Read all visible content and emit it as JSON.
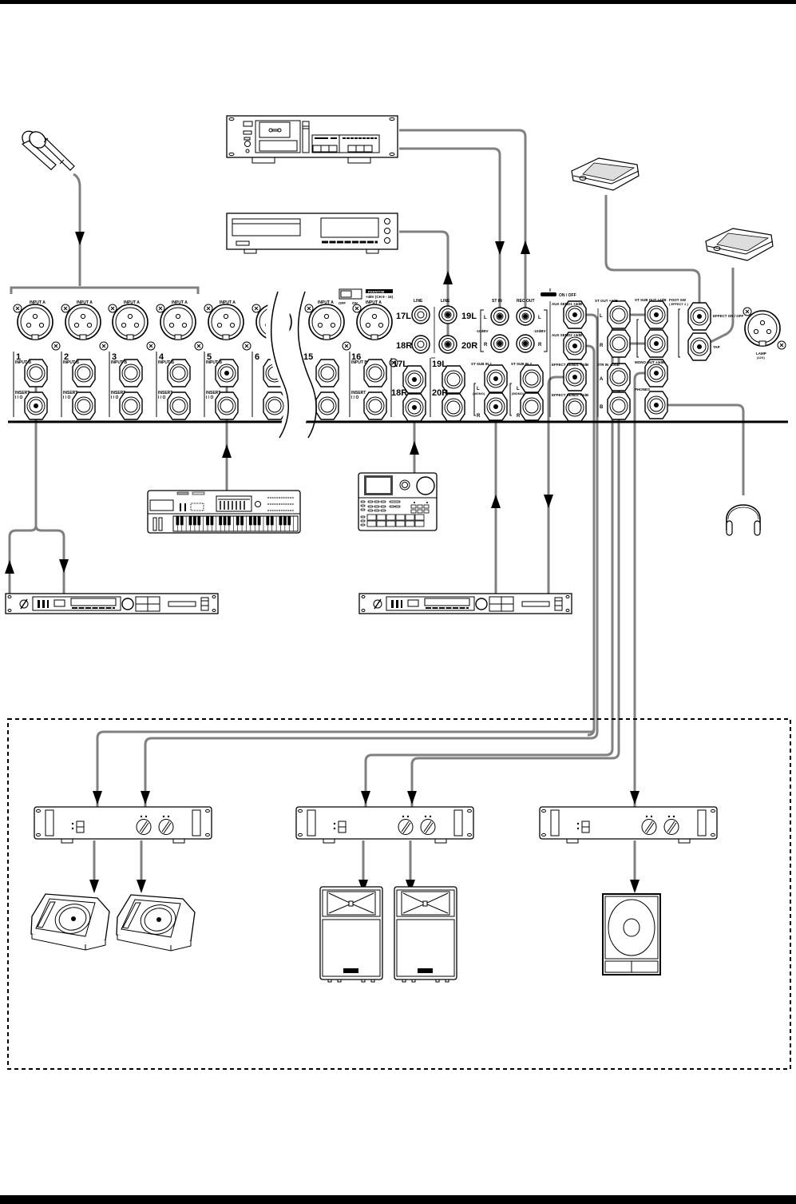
{
  "diagram": {
    "title": "Mixer connection example",
    "colors": {
      "cable": "#808080",
      "ink": "#000000",
      "background": "#ffffff"
    },
    "mixer_panel": {
      "channel_labels": [
        "1",
        "2",
        "3",
        "4",
        "5",
        "6",
        "15",
        "16"
      ],
      "input_a_label": "INPUT A",
      "input_b_label": "INPUT B",
      "insert_label": "INSERT",
      "insert_sub": "I / O",
      "phantom_label": "PHANTOM",
      "phantom_sub": "+48V (CH 9 - 16)",
      "off_label": "OFF",
      "on_label": "ON",
      "line_label": "LINE",
      "stereo_inputs": [
        "17L",
        "18R",
        "19L",
        "20R"
      ],
      "st_in_label": "ST IN",
      "rec_out_label": "REC OUT",
      "level_label": "-10dBV",
      "l_label": "L",
      "r_label": "R",
      "power_label": "POWER",
      "power_sub": "ON / OFF",
      "st_sub_in1": "ST SUB IN 1",
      "st_sub_in2": "ST SUB IN 2",
      "mono_label": "(MONO)",
      "aux_send1": "AUX SEND1 +4dB",
      "aux_send2": "AUX SEND2 +4dB",
      "effect_send1": "EFFECT SEND1 +4dB",
      "effect_send2": "EFFECT SEND2 +4dB",
      "st_out": "ST OUT +4dB",
      "st_sub_out": "ST SUB OUT +4dB",
      "pb_in": "2TR IN -10dB",
      "a_label": "A",
      "b_label": "B",
      "mono_out": "MONO OUT +4dB",
      "phones": "PHONES",
      "foot_sw": "FOOT SW",
      "foot_sw_sub": "( EFFECT 2 )",
      "effect_onoff": "EFFECT ON / OFF",
      "tap": "TAP",
      "lamp": "LAMP",
      "lamp_sub": "(12V)"
    },
    "devices": [
      {
        "id": "microphone",
        "icon": "microphone-icon"
      },
      {
        "id": "cassette-deck",
        "icon": "cassette-deck-icon"
      },
      {
        "id": "cd-player",
        "icon": "cd-player-icon"
      },
      {
        "id": "footswitch-1",
        "icon": "footswitch-icon"
      },
      {
        "id": "footswitch-2",
        "icon": "footswitch-icon"
      },
      {
        "id": "synthesizer",
        "icon": "keyboard-icon"
      },
      {
        "id": "drum-machine",
        "icon": "drum-machine-icon"
      },
      {
        "id": "headphones",
        "icon": "headphones-icon"
      },
      {
        "id": "insert-effect-processor",
        "icon": "rack-effect-icon"
      },
      {
        "id": "send-effect-processor",
        "icon": "rack-effect-icon"
      },
      {
        "id": "monitor-amp",
        "icon": "power-amp-icon"
      },
      {
        "id": "main-amp",
        "icon": "power-amp-icon"
      },
      {
        "id": "sub-amp",
        "icon": "power-amp-icon"
      },
      {
        "id": "floor-monitor-1",
        "icon": "wedge-monitor-icon"
      },
      {
        "id": "floor-monitor-2",
        "icon": "wedge-monitor-icon"
      },
      {
        "id": "main-speaker-1",
        "icon": "pa-speaker-icon"
      },
      {
        "id": "main-speaker-2",
        "icon": "pa-speaker-icon"
      },
      {
        "id": "subwoofer",
        "icon": "subwoofer-icon"
      }
    ]
  }
}
